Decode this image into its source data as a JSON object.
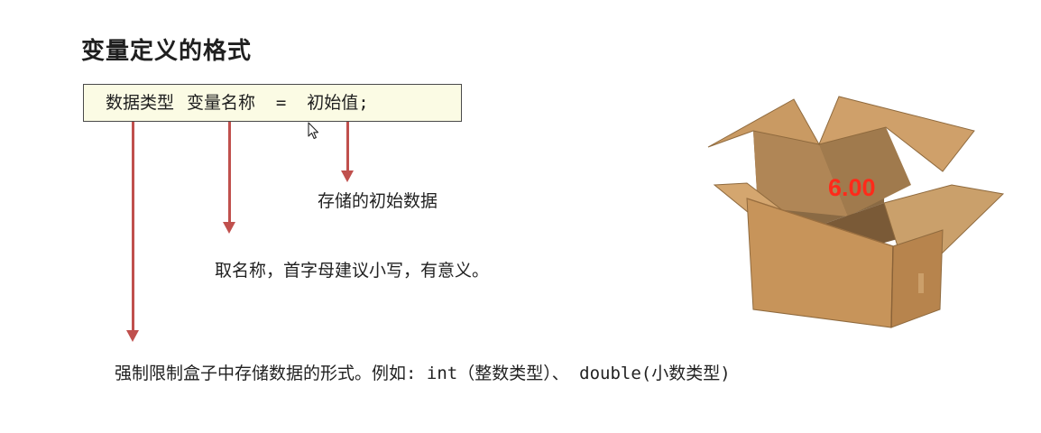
{
  "title": "变量定义的格式",
  "syntax": {
    "type_part": "数据类型",
    "name_part": "变量名称",
    "equals": "=",
    "init_part": "初始值;"
  },
  "notes": {
    "init_value": "存储的初始数据",
    "name_rule": "取名称，首字母建议小写，有意义。",
    "type_rule": "强制限制盒子中存储数据的形式。例如: int（整数类型）、 double(小数类型)"
  },
  "box": {
    "value": "6.00",
    "value_color": "#ff2a1a"
  },
  "colors": {
    "arrow": "#c0504d",
    "syntax_background": "#fbfbe4"
  },
  "icons": {
    "cursor": "mouse-pointer-icon"
  }
}
